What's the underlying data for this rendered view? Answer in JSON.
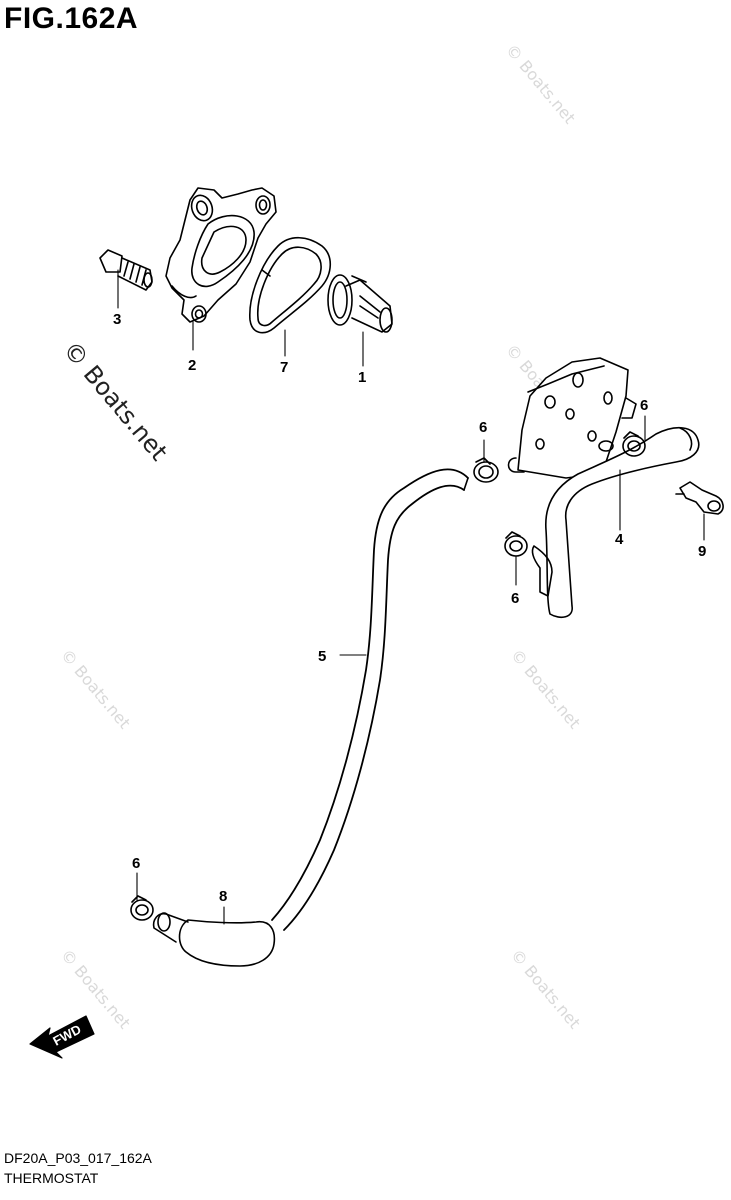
{
  "figure": {
    "title": "FIG.162A",
    "code": "DF20A_P03_017_162A",
    "caption": "THERMOSTAT"
  },
  "direction_marker": "FWD",
  "watermark_text": "© Boats.net",
  "callouts": {
    "c1": "1",
    "c2": "2",
    "c3": "3",
    "c4": "4",
    "c5": "5",
    "c6a": "6",
    "c6b": "6",
    "c6c": "6",
    "c6d": "6",
    "c7": "7",
    "c8": "8",
    "c9": "9"
  },
  "colors": {
    "line": "#000000",
    "watermark": "#d9d9d9",
    "background": "#ffffff"
  }
}
